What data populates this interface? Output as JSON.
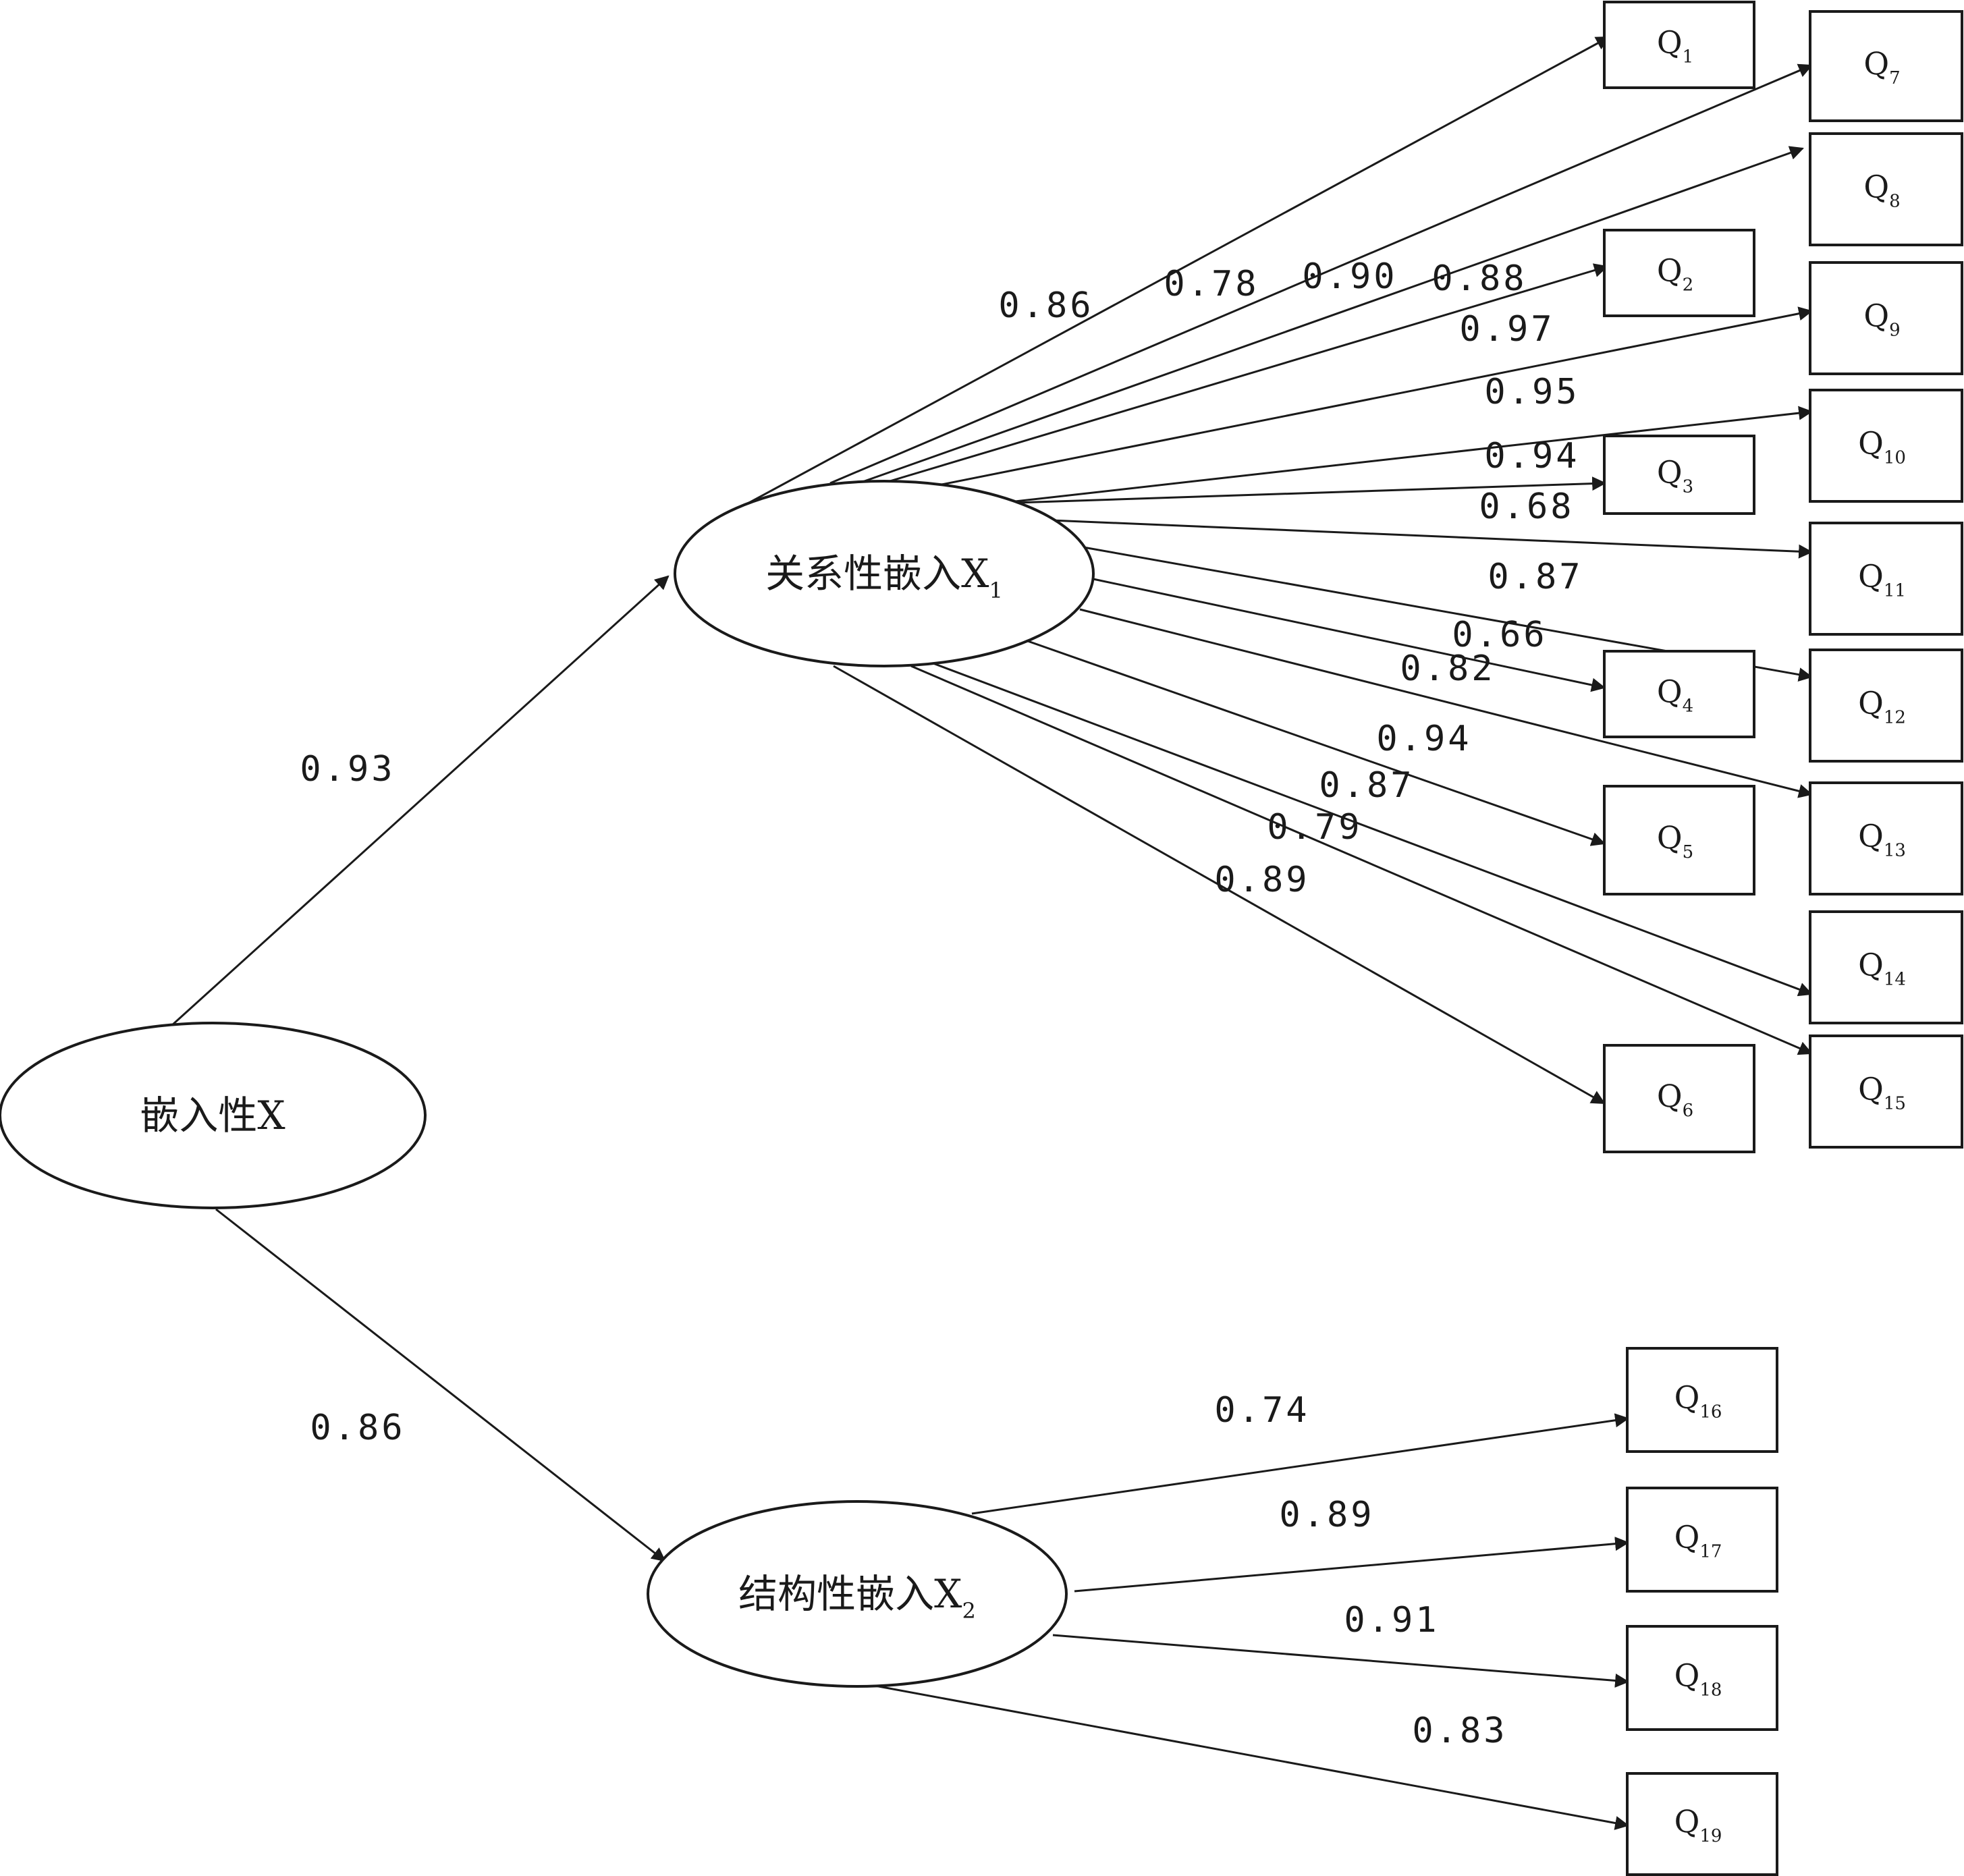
{
  "diagram": {
    "latent": [
      {
        "id": "X",
        "label": "嵌入性X",
        "sub": ""
      },
      {
        "id": "X1",
        "label": "关系性嵌入X",
        "sub": "1"
      },
      {
        "id": "X2",
        "label": "结构性嵌入X",
        "sub": "2"
      }
    ],
    "observed": [
      {
        "id": "Q1",
        "label": "Q",
        "sub": "1"
      },
      {
        "id": "Q2",
        "label": "Q",
        "sub": "2"
      },
      {
        "id": "Q3",
        "label": "Q",
        "sub": "3"
      },
      {
        "id": "Q4",
        "label": "Q",
        "sub": "4"
      },
      {
        "id": "Q5",
        "label": "Q",
        "sub": "5"
      },
      {
        "id": "Q6",
        "label": "Q",
        "sub": "6"
      },
      {
        "id": "Q7",
        "label": "Q",
        "sub": "7"
      },
      {
        "id": "Q8",
        "label": "Q",
        "sub": "8"
      },
      {
        "id": "Q9",
        "label": "Q",
        "sub": "9"
      },
      {
        "id": "Q10",
        "label": "Q",
        "sub": "10"
      },
      {
        "id": "Q11",
        "label": "Q",
        "sub": "11"
      },
      {
        "id": "Q12",
        "label": "Q",
        "sub": "12"
      },
      {
        "id": "Q13",
        "label": "Q",
        "sub": "13"
      },
      {
        "id": "Q14",
        "label": "Q",
        "sub": "14"
      },
      {
        "id": "Q15",
        "label": "Q",
        "sub": "15"
      },
      {
        "id": "Q16",
        "label": "Q",
        "sub": "16"
      },
      {
        "id": "Q17",
        "label": "Q",
        "sub": "17"
      },
      {
        "id": "Q18",
        "label": "Q",
        "sub": "18"
      },
      {
        "id": "Q19",
        "label": "Q",
        "sub": "19"
      }
    ],
    "paths": [
      {
        "from": "X",
        "to": "X1",
        "weight": "0.93"
      },
      {
        "from": "X",
        "to": "X2",
        "weight": "0.86"
      },
      {
        "from": "X1",
        "to": "Q1",
        "weight": "0.86"
      },
      {
        "from": "X1",
        "to": "Q7",
        "weight": "0.78"
      },
      {
        "from": "X1",
        "to": "Q8",
        "weight": "0.90"
      },
      {
        "from": "X1",
        "to": "Q2",
        "weight": "0.88"
      },
      {
        "from": "X1",
        "to": "Q9",
        "weight": "0.97"
      },
      {
        "from": "X1",
        "to": "Q10",
        "weight": "0.95"
      },
      {
        "from": "X1",
        "to": "Q3",
        "weight": "0.94"
      },
      {
        "from": "X1",
        "to": "Q11",
        "weight": "0.68"
      },
      {
        "from": "X1",
        "to": "Q12",
        "weight": "0.87"
      },
      {
        "from": "X1",
        "to": "Q4",
        "weight": "0.66"
      },
      {
        "from": "X1",
        "to": "Q13",
        "weight": "0.82"
      },
      {
        "from": "X1",
        "to": "Q5",
        "weight": "0.94"
      },
      {
        "from": "X1",
        "to": "Q14",
        "weight": "0.87"
      },
      {
        "from": "X1",
        "to": "Q15",
        "weight": "0.79"
      },
      {
        "from": "X1",
        "to": "Q6",
        "weight": "0.89"
      },
      {
        "from": "X2",
        "to": "Q16",
        "weight": "0.74"
      },
      {
        "from": "X2",
        "to": "Q17",
        "weight": "0.89"
      },
      {
        "from": "X2",
        "to": "Q18",
        "weight": "0.91"
      },
      {
        "from": "X2",
        "to": "Q19",
        "weight": "0.83"
      }
    ]
  }
}
